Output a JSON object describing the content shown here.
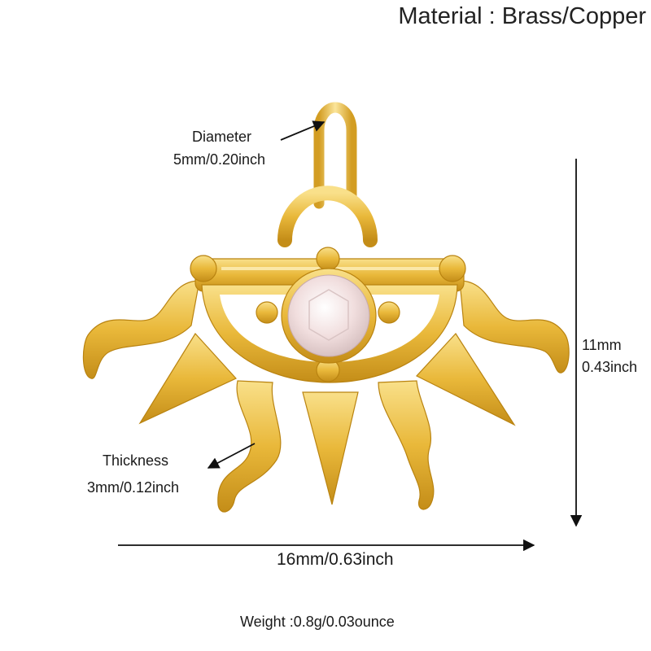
{
  "title": "Material : Brass/Copper",
  "dimensions": {
    "diameter_label": "Diameter",
    "diameter_value": "5mm/0.20inch",
    "thickness_label": "Thickness",
    "thickness_value": "3mm/0.12inch",
    "height_mm": "11mm",
    "height_inch": "0.43inch",
    "width_value": "16mm/0.63inch"
  },
  "weight": "Weight :0.8g/0.03ounce",
  "colors": {
    "gold_light": "#f7d879",
    "gold_mid": "#e8b533",
    "gold_dark": "#b98310",
    "stone": "#f3e4e4",
    "arrow": "#111111"
  }
}
